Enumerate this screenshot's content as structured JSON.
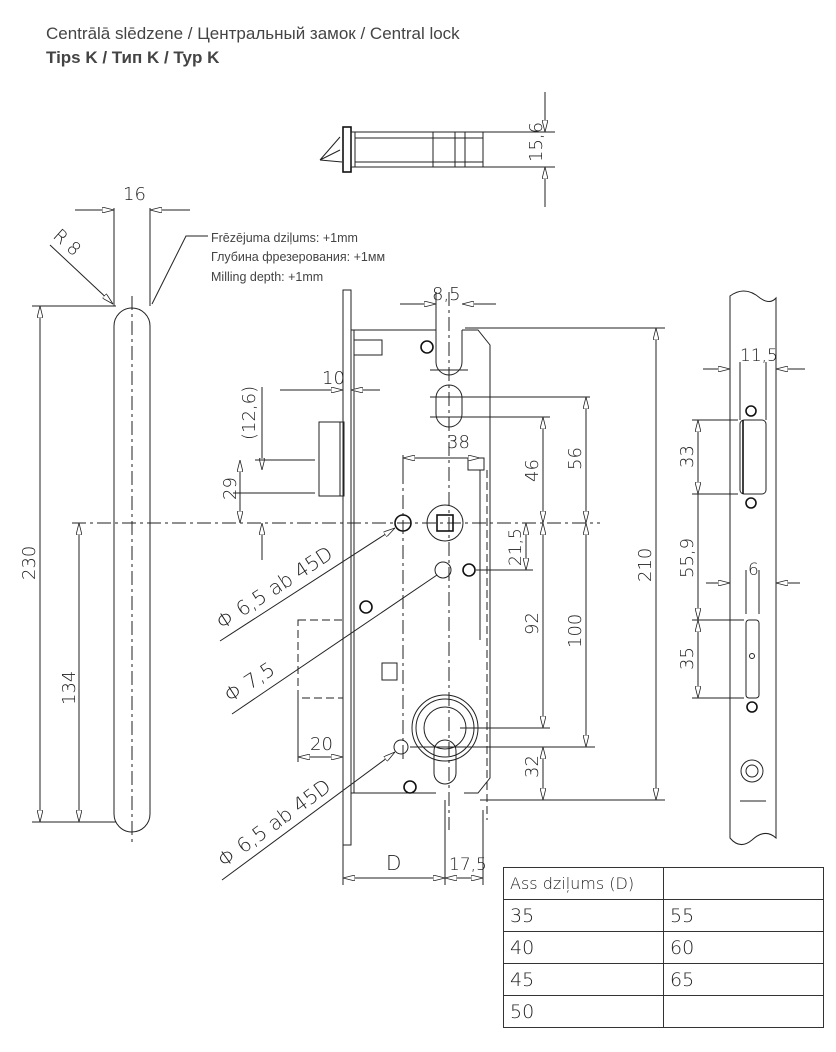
{
  "header": {
    "title": "Centrālā slēdzene / Центральный замок / Central lock",
    "subtitle": "Tips K / Тип K / Typ K"
  },
  "milling_note": [
    "Frēzējuma dziļums: +1mm",
    "Глубина фрезерования: +1мм",
    "Milling depth: +1mm"
  ],
  "dimensions": {
    "top_view_thickness": "15,6",
    "faceplate_width": "16",
    "faceplate_radius": "R 8",
    "faceplate_length": "230",
    "faceplate_lower": "134",
    "bolt_slot_width": "8,5",
    "latch_projection": "10",
    "latch_offset_paren": "(12,6)",
    "latch_height": "29",
    "backset_ref": "38",
    "dim_46": "46",
    "dim_56": "56",
    "dim_21_5": "21,5",
    "dim_92": "92",
    "dim_100": "100",
    "dim_32": "32",
    "dim_210": "210",
    "dim_20": "20",
    "backset": "D",
    "dim_17_5": "17,5",
    "hole_1": "Φ 6,5 ab 45D",
    "hole_2": "Φ 7,5",
    "hole_3": "Φ 6,5 ab 45D",
    "strike_width": "11,5",
    "strike_latch": "33",
    "strike_spacing": "55,9",
    "strike_bolt_width": "6",
    "strike_bolt": "35"
  },
  "backset_table": {
    "header": "Ass dziļums  (D)",
    "rows": [
      [
        "35",
        "55"
      ],
      [
        "40",
        "60"
      ],
      [
        "45",
        "65"
      ],
      [
        "50",
        ""
      ]
    ]
  }
}
